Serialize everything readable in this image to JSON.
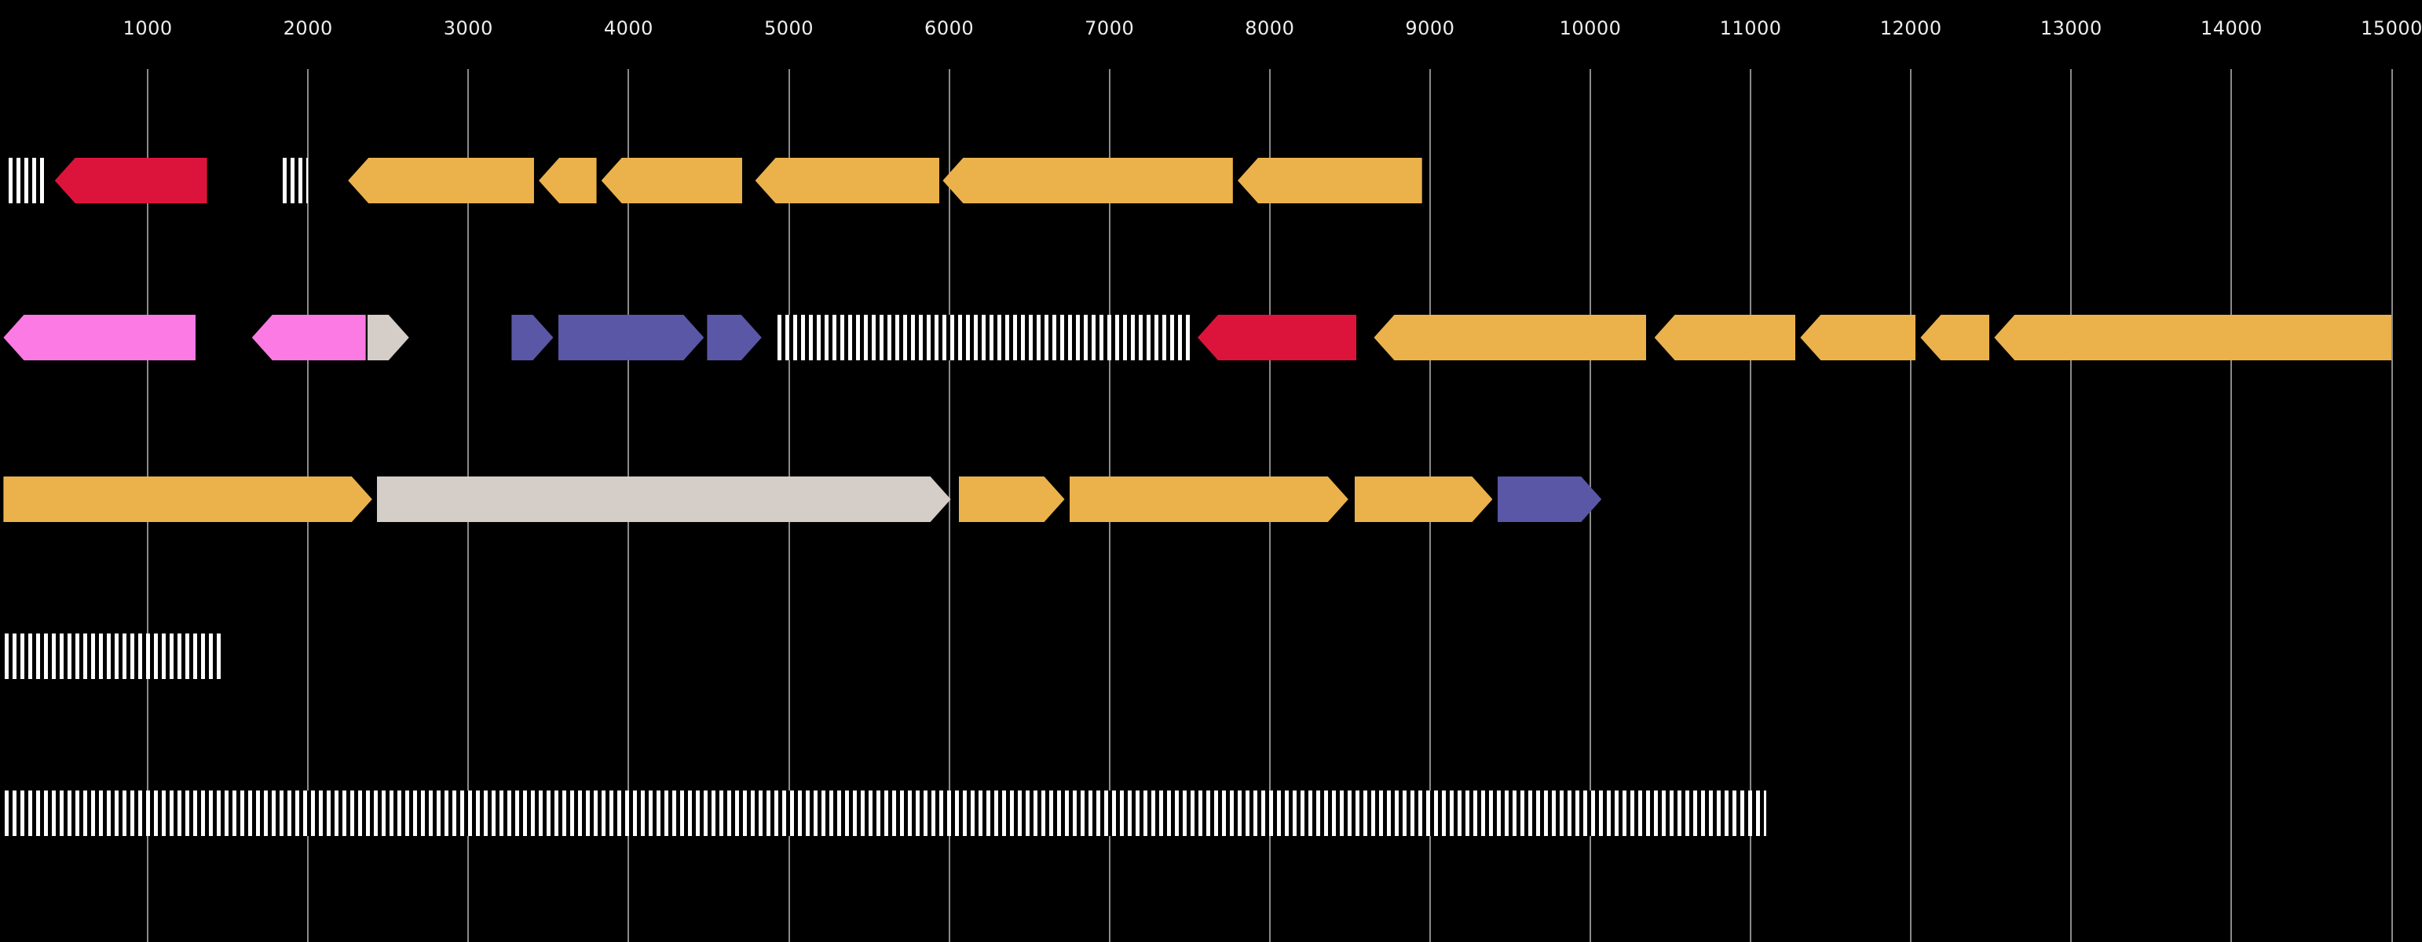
{
  "chart_data": {
    "type": "gene-arrow-map",
    "title": "",
    "axis": {
      "unit": "bp",
      "min": 0,
      "max": 15100,
      "ticks": [
        1000,
        2000,
        3000,
        4000,
        5000,
        6000,
        7000,
        8000,
        9000,
        10000,
        11000,
        12000,
        13000,
        14000,
        15000
      ],
      "tick_labels": [
        "1000",
        "2000",
        "3000",
        "4000",
        "5000",
        "6000",
        "7000",
        "8000",
        "9000",
        "10000",
        "11000",
        "12000",
        "13000",
        "14000",
        "15000"
      ]
    },
    "grid": true,
    "background": "#000000",
    "gridline_color": "#8a8a8a",
    "label_color": "#ededed",
    "colors": {
      "gold": "#EBB24C",
      "red": "#DC143C",
      "pink": "#FB7AE3",
      "blue": "#5A57A6",
      "tan": "#D5CEC8",
      "hatch_fg": "#FFFFFF",
      "hatch_bg": "#000000"
    },
    "tracks": [
      {
        "name": "track-1",
        "features": [
          {
            "kind": "hatched",
            "start": 130,
            "end": 370,
            "direction": "none"
          },
          {
            "kind": "gene",
            "color": "red",
            "start": 420,
            "end": 1370,
            "direction": "left"
          },
          {
            "kind": "hatched",
            "start": 1840,
            "end": 2000,
            "direction": "none"
          },
          {
            "kind": "gene",
            "color": "gold",
            "start": 2250,
            "end": 3410,
            "direction": "left"
          },
          {
            "kind": "gene",
            "color": "gold",
            "start": 3440,
            "end": 3800,
            "direction": "left"
          },
          {
            "kind": "gene",
            "color": "gold",
            "start": 3830,
            "end": 4710,
            "direction": "left"
          },
          {
            "kind": "gene",
            "color": "gold",
            "start": 4790,
            "end": 5940,
            "direction": "left"
          },
          {
            "kind": "gene",
            "color": "gold",
            "start": 5960,
            "end": 7770,
            "direction": "left"
          },
          {
            "kind": "gene",
            "color": "gold",
            "start": 7800,
            "end": 8950,
            "direction": "left"
          }
        ]
      },
      {
        "name": "track-2",
        "features": [
          {
            "kind": "gene",
            "color": "pink",
            "start": 100,
            "end": 1300,
            "direction": "left"
          },
          {
            "kind": "gene",
            "color": "pink",
            "start": 1650,
            "end": 2360,
            "direction": "left"
          },
          {
            "kind": "gene",
            "color": "tan",
            "start": 2370,
            "end": 2630,
            "direction": "right"
          },
          {
            "kind": "gene",
            "color": "blue",
            "start": 3270,
            "end": 3530,
            "direction": "right"
          },
          {
            "kind": "gene",
            "color": "blue",
            "start": 3560,
            "end": 4470,
            "direction": "right"
          },
          {
            "kind": "gene",
            "color": "blue",
            "start": 4490,
            "end": 4830,
            "direction": "right"
          },
          {
            "kind": "hatched",
            "start": 4930,
            "end": 7510,
            "direction": "none"
          },
          {
            "kind": "gene",
            "color": "red",
            "start": 7550,
            "end": 8540,
            "direction": "left"
          },
          {
            "kind": "gene",
            "color": "gold",
            "start": 8650,
            "end": 10350,
            "direction": "left"
          },
          {
            "kind": "gene",
            "color": "gold",
            "start": 10400,
            "end": 11280,
            "direction": "left"
          },
          {
            "kind": "gene",
            "color": "gold",
            "start": 11310,
            "end": 12030,
            "direction": "left"
          },
          {
            "kind": "gene",
            "color": "gold",
            "start": 12060,
            "end": 12490,
            "direction": "left"
          },
          {
            "kind": "gene",
            "color": "gold",
            "start": 12520,
            "end": 15000,
            "direction": "left"
          }
        ]
      },
      {
        "name": "track-3",
        "features": [
          {
            "kind": "gene",
            "color": "gold",
            "start": 100,
            "end": 2400,
            "direction": "right"
          },
          {
            "kind": "gene",
            "color": "tan",
            "start": 2430,
            "end": 6010,
            "direction": "right"
          },
          {
            "kind": "gene",
            "color": "gold",
            "start": 6060,
            "end": 6720,
            "direction": "right"
          },
          {
            "kind": "gene",
            "color": "gold",
            "start": 6750,
            "end": 8490,
            "direction": "right"
          },
          {
            "kind": "gene",
            "color": "gold",
            "start": 8530,
            "end": 9390,
            "direction": "right"
          },
          {
            "kind": "gene",
            "color": "blue",
            "start": 9420,
            "end": 10070,
            "direction": "right"
          }
        ]
      },
      {
        "name": "track-4",
        "features": [
          {
            "kind": "hatched",
            "start": 110,
            "end": 1470,
            "direction": "none"
          }
        ]
      },
      {
        "name": "track-5",
        "features": [
          {
            "kind": "hatched",
            "start": 110,
            "end": 11100,
            "direction": "none"
          }
        ]
      }
    ]
  }
}
